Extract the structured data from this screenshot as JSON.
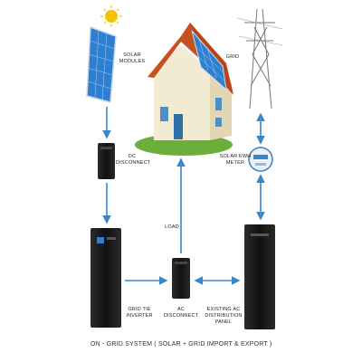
{
  "labels": {
    "solar_modules": "SOLAR\nMODULES",
    "dc_disconnect": "DC\nDISCONNECT",
    "grid": "GRID",
    "solar_kwh_meter": "SOLAR KWH\nMETER",
    "load": "LOAD",
    "grid_tie_inverter": "GRID TIE\nINVERTER",
    "ac_disconnect": "AC\nDISCONNECT",
    "existing_ac_panel": "EXISTING AC\nDISTRIBUTION PANEL"
  },
  "caption": "ON - GRID SYSTEM ( SOLAR + GRID IMPORT & EXPORT )",
  "colors": {
    "arrow": "#3a86c8",
    "cabinet": "#1a1a1a",
    "panel_blue": "#2f7fd1",
    "roof": "#c8501f",
    "wall": "#f3ead2",
    "grass": "#6cae3a",
    "sun": "#f5c400"
  },
  "icons": [
    "sun-icon",
    "solar-panel-icon",
    "house-icon",
    "transmission-tower-icon",
    "energy-meter-icon",
    "inverter-icon",
    "disconnect-switch-icon",
    "distribution-panel-icon"
  ]
}
